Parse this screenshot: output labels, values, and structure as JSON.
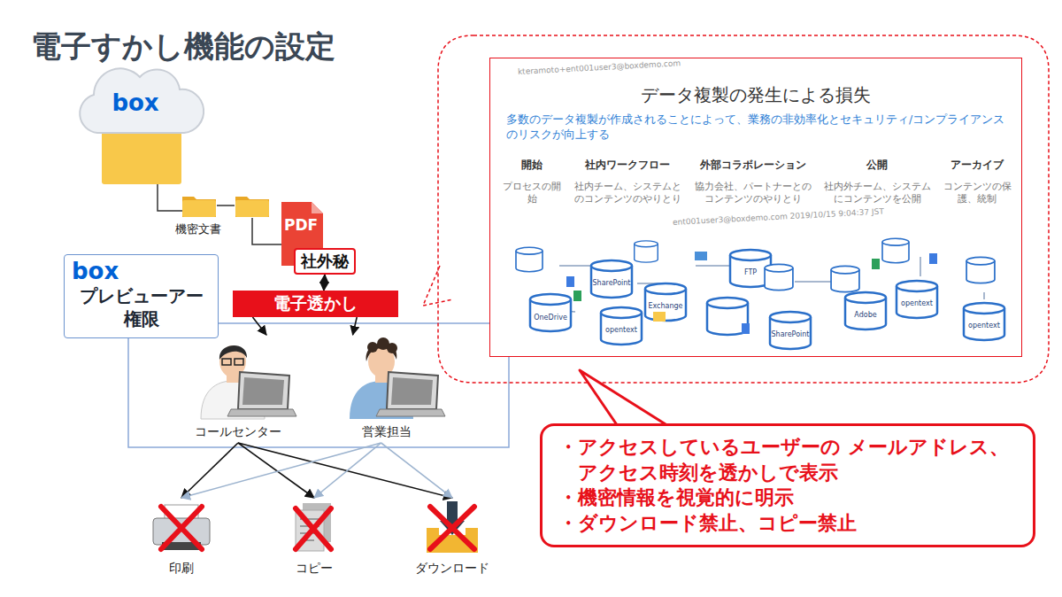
{
  "diagram": {
    "title": "電子すかし機能の設定",
    "nodes": [
      {
        "text": [
          "box"
        ]
      },
      {
        "text": [
          "社外秘"
        ]
      },
      {
        "text": [
          "box",
          "プレビューアー 権限"
        ]
      },
      {
        "text": [
          "電子透かし"
        ]
      },
      {
        "text": [
          "コールセンター"
        ]
      },
      {
        "text": [
          "営業担当"
        ]
      },
      {
        "text": [
          "印刷"
        ]
      },
      {
        "text": [
          "コピー"
        ]
      },
      {
        "text": [
          "ダウンロード"
        ]
      },
      {
        "text": [
          "データ複製の発生による損失",
          "多数のデータ複製が作成されることによって、業務の非効率化とセキュリティ/コンプライアンスのリスクが向上する"
        ]
      },
      {
        "text": [
          "開始",
          "プロセスの開始"
        ],
        "in": 9
      },
      {
        "text": [
          "社内ワークフロー",
          "社内チーム、システムとのコンテンツのやりとり"
        ],
        "in": 9
      },
      {
        "text": [
          "外部コラボレーション",
          "協力会社、パートナーとのコンテンツのやりとり"
        ],
        "in": 9
      },
      {
        "text": [
          "公開",
          "社内外チーム、システムにコンテンツを公開"
        ],
        "in": 9
      },
      {
        "text": [
          "アーカイブ",
          "コンテンツの保護、統制"
        ],
        "in": 9
      },
      {
        "text": [
          "・アクセスしているユーザーの メールアドレス、アクセス時刻を透かしで表示",
          "・機密情報を視覚的に明示",
          "・ダウンロード禁止、コピー禁止"
        ]
      }
    ],
    "edges": [
      {
        "from": 1,
        "to": 3,
        "arrow": "both"
      },
      {
        "from": 3,
        "to": 4,
        "arrow": "to"
      },
      {
        "from": 3,
        "to": 5,
        "arrow": "to"
      },
      {
        "from": 4,
        "to": 6,
        "arrow": "to"
      },
      {
        "from": 4,
        "to": 7,
        "arrow": "to"
      },
      {
        "from": 4,
        "to": 8,
        "arrow": "to"
      },
      {
        "from": 5,
        "to": 6,
        "arrow": "to"
      },
      {
        "from": 5,
        "to": 7,
        "arrow": "to"
      },
      {
        "from": 5,
        "to": 8,
        "arrow": "to"
      }
    ],
    "labels": [
      "機密文書",
      "PDF",
      "OneDrive",
      "SharePoint",
      "Exchange",
      "opentext",
      "FTP",
      "SharePoint",
      "Adobe",
      "opentext",
      "opentext",
      "kteramoto+ent001user3@boxdemo.com",
      "ent001user3@boxdemo.com 2019/10/15 9:04:37 JST"
    ]
  }
}
